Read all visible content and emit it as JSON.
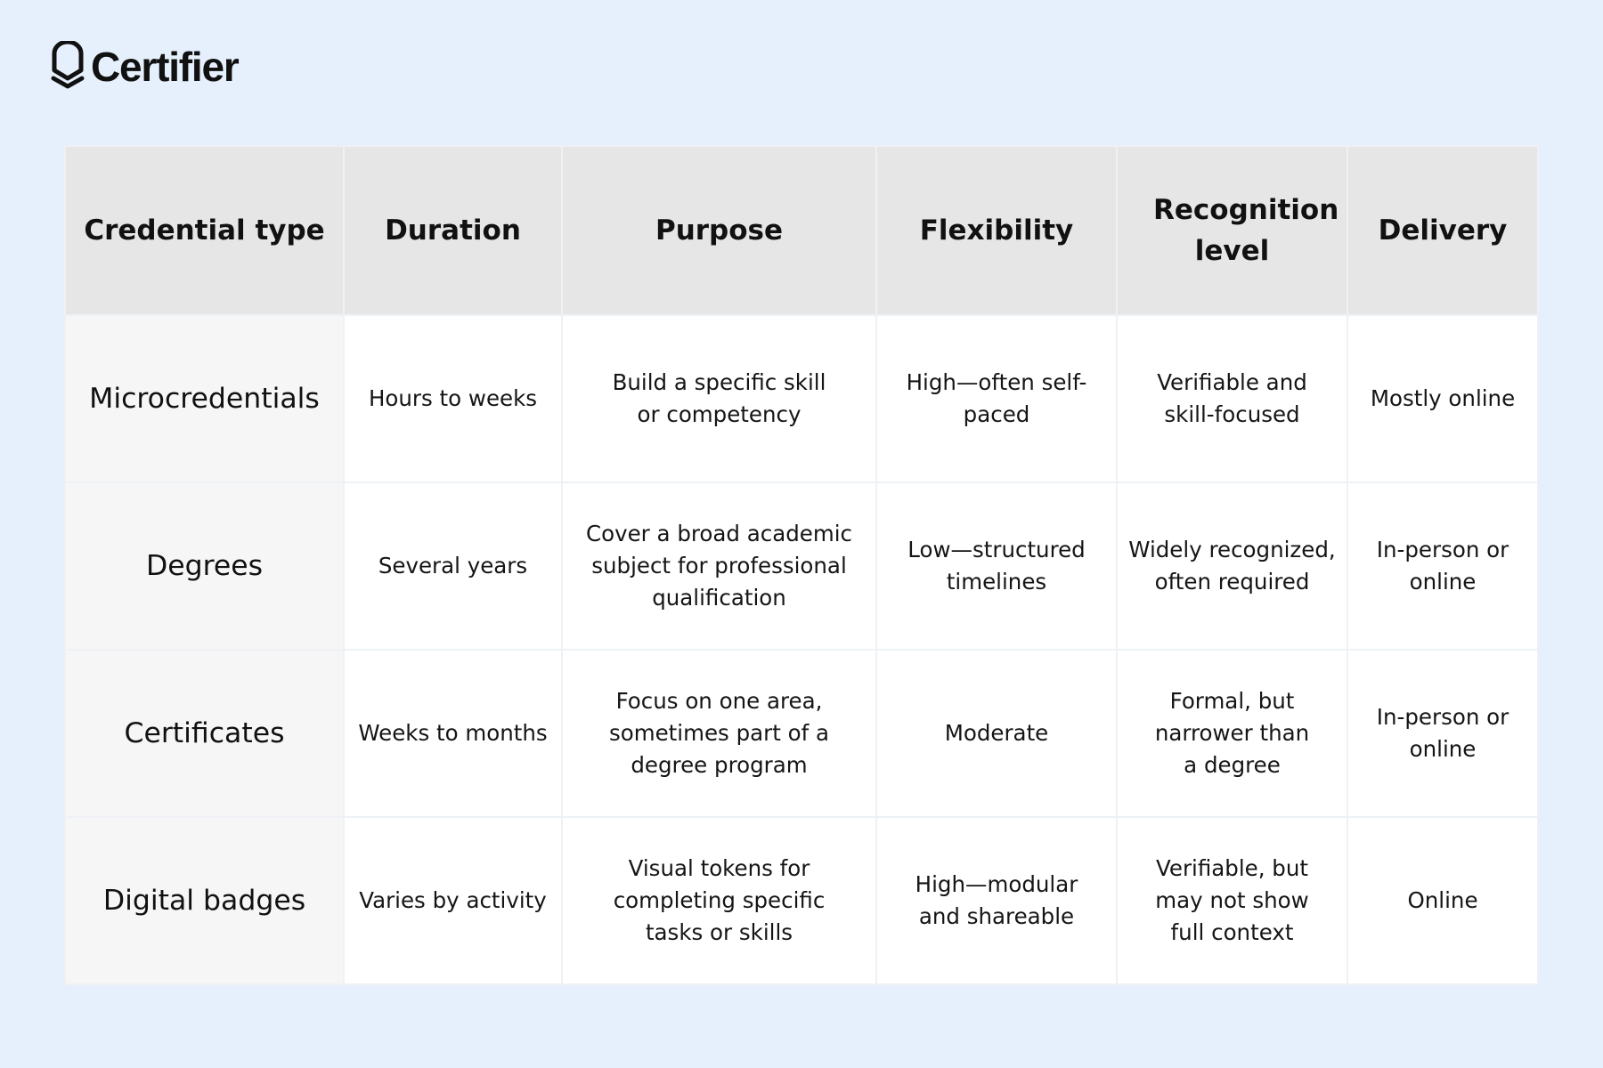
{
  "brand": {
    "name": "Certifier",
    "icon": "certifier-shield-logo"
  },
  "table": {
    "headers": [
      "Credential type",
      "Duration",
      "Purpose",
      "Flexibility",
      "Recognition level",
      "Delivery"
    ],
    "rows": [
      [
        "Microcredentials",
        "Hours to weeks",
        "Build a specific skill or competency",
        "High—often self-paced",
        "Verifiable and skill-focused",
        "Mostly online"
      ],
      [
        "Degrees",
        "Several years",
        "Cover a broad academic subject for professional qualification",
        "Low—structured timelines",
        "Widely recognized, often required",
        "In-person or online"
      ],
      [
        "Certificates",
        "Weeks to months",
        "Focus on one area, sometimes part of a degree program",
        "Moderate",
        "Formal, but narrower than a degree",
        "In-person or online"
      ],
      [
        "Digital badges",
        "Varies by activity",
        "Visual tokens for completing specific tasks or skills",
        "High—modular and shareable",
        "Verifiable, but may not show full context",
        "Online"
      ]
    ]
  },
  "colors": {
    "background": "#e6f0fd",
    "header_fill": "#e6e6e6",
    "first_column_fill": "#f6f6f6",
    "cell_fill": "#ffffff"
  }
}
